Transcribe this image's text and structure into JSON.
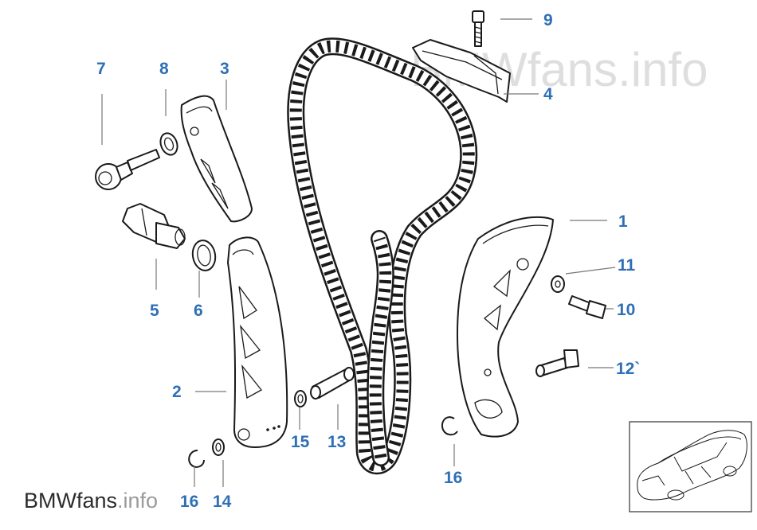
{
  "watermark": {
    "brand_prefix": "BMW",
    "brand_suffix": "fans",
    "brand_tld": ".info"
  },
  "colors": {
    "callout": "#2e6fb5",
    "lines": "#1a1a1a",
    "watermark_dark": "#2b2b2b",
    "watermark_light": "#9a9a9a"
  },
  "callouts": {
    "c1": "1",
    "c2": "2",
    "c3": "3",
    "c4": "4",
    "c5": "5",
    "c6": "6",
    "c7": "7",
    "c8": "8",
    "c9": "9",
    "c10": "10",
    "c11": "11",
    "c12": "12`",
    "c13": "13",
    "c14": "14",
    "c15": "15",
    "c16a": "16",
    "c16b": "16"
  },
  "icons": {
    "thumbnail": "car-silhouette-icon"
  }
}
